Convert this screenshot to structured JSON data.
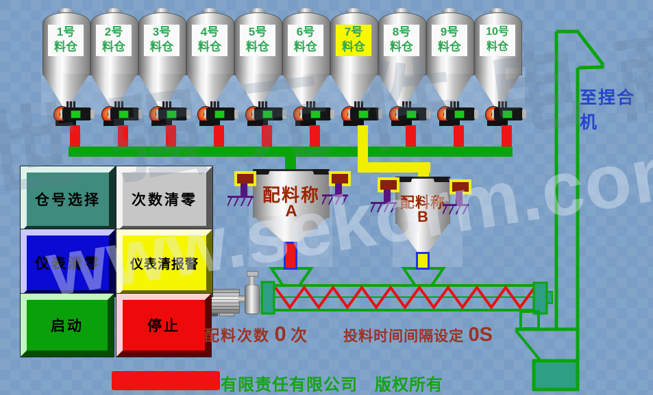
{
  "screen_title": "batching-scada-screen",
  "selected_silo": "7号料仓",
  "silos": [
    {
      "line1": "1号",
      "line2": "料仓",
      "active": false
    },
    {
      "line1": "2号",
      "line2": "料仓",
      "active": false
    },
    {
      "line1": "3号",
      "line2": "料仓",
      "active": false
    },
    {
      "line1": "4号",
      "line2": "料仓",
      "active": false
    },
    {
      "line1": "5号",
      "line2": "料仓",
      "active": false
    },
    {
      "line1": "6号",
      "line2": "料仓",
      "active": false
    },
    {
      "line1": "7号",
      "line2": "料仓",
      "active": true
    },
    {
      "line1": "8号",
      "line2": "料仓",
      "active": false
    },
    {
      "line1": "9号",
      "line2": "料仓",
      "active": false
    },
    {
      "line1": "10号",
      "line2": "料仓",
      "active": false
    }
  ],
  "hoppers": [
    {
      "name": "配料称",
      "line2": "A"
    },
    {
      "name": "配料称",
      "line2": "B"
    }
  ],
  "buttons": [
    {
      "id": "bin-select",
      "label": "仓号选择",
      "face_color": "#3f8c7e"
    },
    {
      "id": "count-reset",
      "label": "次数清零",
      "face_color": "#c6c6c6"
    },
    {
      "id": "meter-zero",
      "label": "仪表清零",
      "face_color": "#0a0ad2"
    },
    {
      "id": "meter-alarm-clear",
      "label": "仪表清报警",
      "face_color": "#f6f600"
    },
    {
      "id": "start",
      "label": "启动",
      "face_color": "#0aa00a"
    },
    {
      "id": "stop",
      "label": "停止",
      "face_color": "#ee0a0a"
    }
  ],
  "counters": {
    "batch_label": "配料次数",
    "batch_value": "0",
    "batch_unit": "次",
    "interval_label": "投料时间间隔设定",
    "interval_value": "0S"
  },
  "elevator": {
    "label": "至捏合机"
  },
  "footer": {
    "company_suffix": "有限责任有限公司",
    "copyright": "版权所有",
    "company_name_redacted": true
  },
  "watermark": {
    "cjk": "世强元件电商",
    "url": "www.sekorm.com"
  },
  "colors": {
    "background": "#7a9ec6",
    "pipe_green": "#0aa40a",
    "pipe_red": "#ee1515",
    "pipe_yellow": "#f2ee00",
    "machine_teal": "#2e9e84",
    "silo_label_text": "#2fa452",
    "silo_label_bg": "#fafafa",
    "silo_label_active_bg": "#f8f800",
    "hopper_text": "#9a2600",
    "counter_text": "#9b3222",
    "elevator_text": "#2443cf",
    "footer_text": "#15a315",
    "loadcell_yellow": "#f2ef10",
    "loadcell_purple": "#55157f"
  }
}
